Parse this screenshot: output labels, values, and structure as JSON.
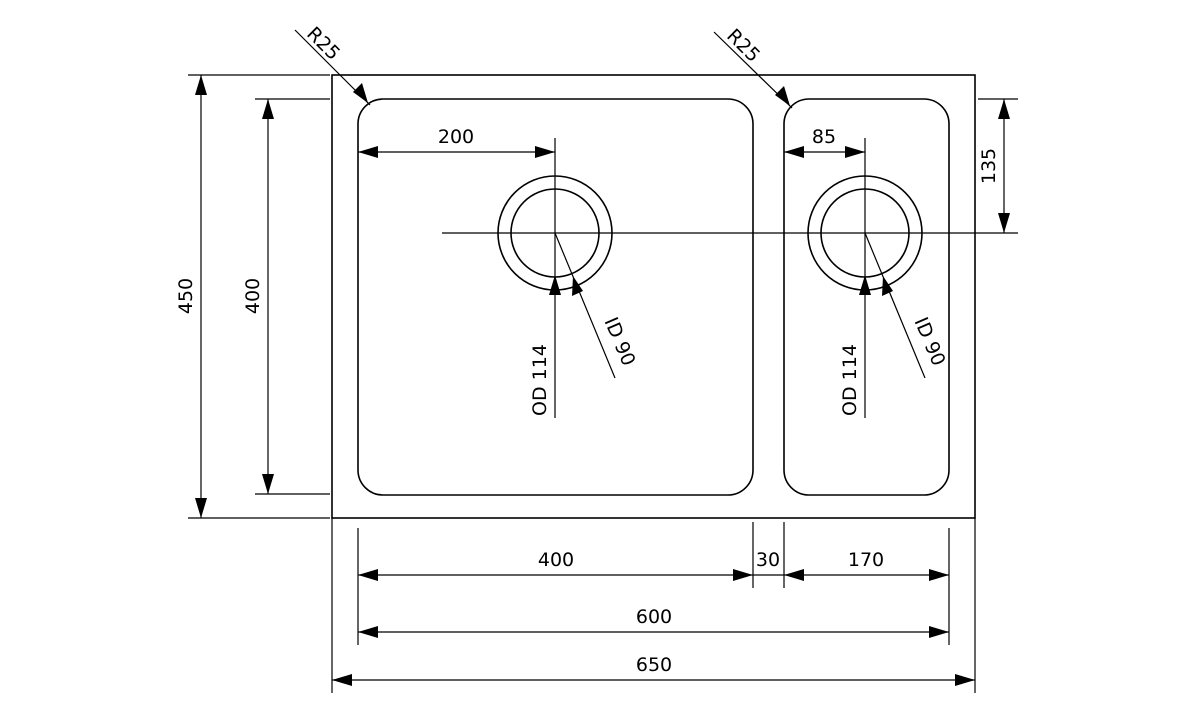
{
  "dimensions": {
    "overall_width": "650",
    "inner_width": "600",
    "left_bowl_width": "400",
    "divider_width": "30",
    "right_bowl_width": "170",
    "overall_height": "450",
    "bowl_height": "400",
    "left_drain_offset": "200",
    "right_drain_offset": "85",
    "drain_from_top": "135"
  },
  "radii": {
    "left_corner": "R25",
    "right_corner": "R25"
  },
  "drains": {
    "left_od": "OD 114",
    "left_id": "ID 90",
    "right_od": "OD 114",
    "right_id": "ID 90"
  }
}
